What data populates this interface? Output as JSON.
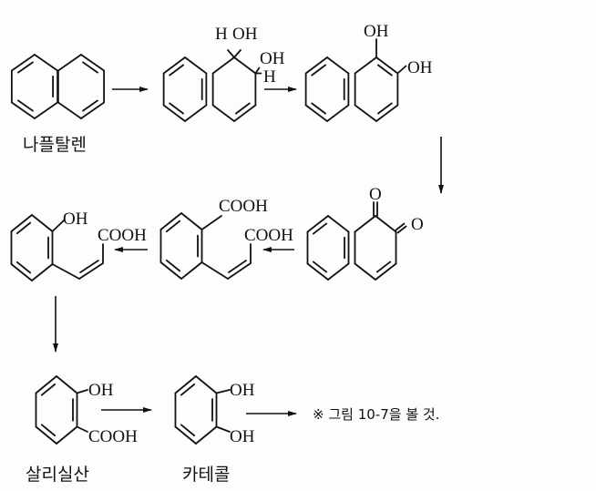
{
  "title": "Naphthalene degradation pathway",
  "compounds": {
    "naphthalene": {
      "name": "나플탈렌"
    },
    "dihydrodiol": {
      "h_top": "H",
      "oh_top": "OH",
      "oh_side": "OH",
      "h_side": "H"
    },
    "naphthalenediol": {
      "oh1": "OH",
      "oh2": "OH"
    },
    "naphthoquinone": {
      "o1": "O",
      "o2": "O"
    },
    "carboxybenzalpyruvate": {
      "cooh_ring": "COOH",
      "cooh_chain": "COOH"
    },
    "hydroxycinnamate": {
      "oh": "OH",
      "cooh": "COOH"
    },
    "salicylic_acid": {
      "name": "살리실산",
      "oh": "OH",
      "cooh": "COOH"
    },
    "catechol": {
      "name": "카테콜",
      "oh1": "OH",
      "oh2": "OH"
    }
  },
  "note": "※ 그림 10-7을 볼 것.",
  "colors": {
    "ink": "#111111",
    "background": "#fdfdfd"
  }
}
